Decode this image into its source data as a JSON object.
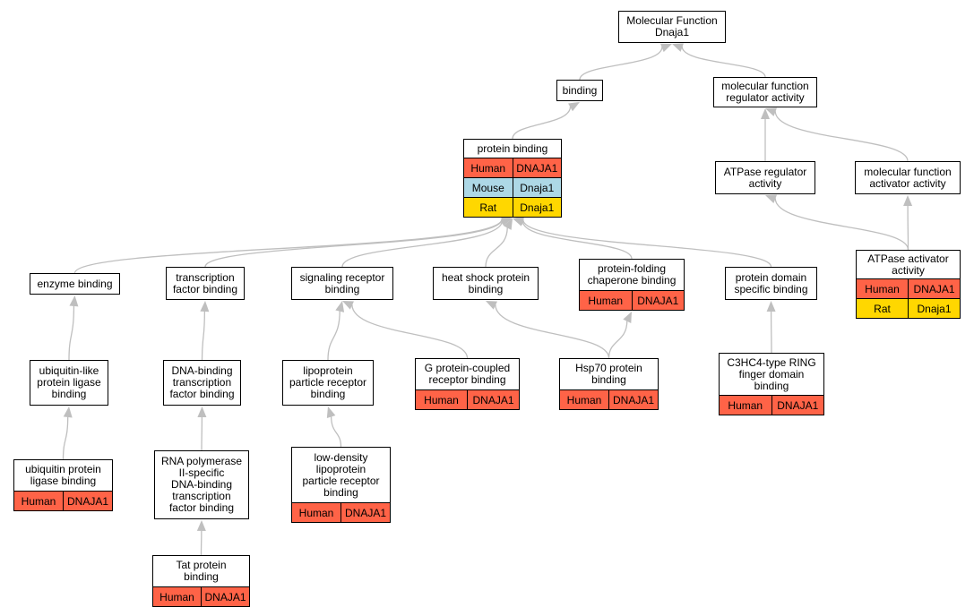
{
  "colors": {
    "human": "#ff6347",
    "mouse": "#add8e6",
    "rat": "#ffd700",
    "edge": "#bfbfbf"
  },
  "nodes": {
    "root": {
      "title": "Molecular Function\nDnaja1",
      "rows": []
    },
    "binding": {
      "title": "binding",
      "rows": []
    },
    "mfra": {
      "title": "molecular function\nregulator activity",
      "rows": []
    },
    "protein_binding": {
      "title": "protein binding",
      "rows": [
        {
          "species": "Human",
          "gene": "DNAJA1",
          "color": "human"
        },
        {
          "species": "Mouse",
          "gene": "Dnaja1",
          "color": "mouse"
        },
        {
          "species": "Rat",
          "gene": "Dnaja1",
          "color": "rat"
        }
      ]
    },
    "atpase_reg": {
      "title": "ATPase regulator\nactivity",
      "rows": []
    },
    "mfaa": {
      "title": "molecular function\nactivator activity",
      "rows": []
    },
    "atpase_act": {
      "title": "ATPase activator\nactivity",
      "rows": [
        {
          "species": "Human",
          "gene": "DNAJA1",
          "color": "human"
        },
        {
          "species": "Rat",
          "gene": "Dnaja1",
          "color": "rat"
        }
      ]
    },
    "enzyme": {
      "title": "enzyme binding",
      "rows": []
    },
    "tf": {
      "title": "transcription\nfactor binding",
      "rows": []
    },
    "srb": {
      "title": "signaling receptor\nbinding",
      "rows": []
    },
    "hsp": {
      "title": "heat shock protein\nbinding",
      "rows": []
    },
    "pfc": {
      "title": "protein-folding\nchaperone binding",
      "rows": [
        {
          "species": "Human",
          "gene": "DNAJA1",
          "color": "human"
        }
      ]
    },
    "pds": {
      "title": "protein domain\nspecific binding",
      "rows": []
    },
    "ubl": {
      "title": "ubiquitin-like\nprotein ligase\nbinding",
      "rows": []
    },
    "dnatf": {
      "title": "DNA-binding\ntranscription\nfactor binding",
      "rows": []
    },
    "lipo": {
      "title": "lipoprotein\nparticle receptor\nbinding",
      "rows": []
    },
    "gpcr": {
      "title": "G protein-coupled\nreceptor binding",
      "rows": [
        {
          "species": "Human",
          "gene": "DNAJA1",
          "color": "human"
        }
      ]
    },
    "hsp70": {
      "title": "Hsp70 protein\nbinding",
      "rows": [
        {
          "species": "Human",
          "gene": "DNAJA1",
          "color": "human"
        }
      ]
    },
    "c3hc4": {
      "title": "C3HC4-type RING\nfinger domain\nbinding",
      "rows": [
        {
          "species": "Human",
          "gene": "DNAJA1",
          "color": "human"
        }
      ]
    },
    "ubpl": {
      "title": "ubiquitin protein\nligase binding",
      "rows": [
        {
          "species": "Human",
          "gene": "DNAJA1",
          "color": "human"
        }
      ]
    },
    "rnapol": {
      "title": "RNA polymerase\nII-specific\nDNA-binding\ntranscription\nfactor binding",
      "rows": []
    },
    "ldl": {
      "title": "low-density\nlipoprotein\nparticle receptor\nbinding",
      "rows": [
        {
          "species": "Human",
          "gene": "DNAJA1",
          "color": "human"
        }
      ]
    },
    "tat": {
      "title": "Tat protein\nbinding",
      "rows": [
        {
          "species": "Human",
          "gene": "DNAJA1",
          "color": "human"
        }
      ]
    }
  },
  "edges": [
    [
      "binding",
      "root"
    ],
    [
      "mfra",
      "root"
    ],
    [
      "protein_binding",
      "binding"
    ],
    [
      "atpase_reg",
      "mfra"
    ],
    [
      "mfaa",
      "mfra"
    ],
    [
      "atpase_act",
      "atpase_reg"
    ],
    [
      "atpase_act",
      "mfaa"
    ],
    [
      "enzyme",
      "protein_binding"
    ],
    [
      "tf",
      "protein_binding"
    ],
    [
      "srb",
      "protein_binding"
    ],
    [
      "hsp",
      "protein_binding"
    ],
    [
      "pfc",
      "protein_binding"
    ],
    [
      "pds",
      "protein_binding"
    ],
    [
      "ubl",
      "enzyme"
    ],
    [
      "ubpl",
      "ubl"
    ],
    [
      "dnatf",
      "tf"
    ],
    [
      "rnapol",
      "dnatf"
    ],
    [
      "tat",
      "rnapol"
    ],
    [
      "lipo",
      "srb"
    ],
    [
      "ldl",
      "lipo"
    ],
    [
      "gpcr",
      "srb"
    ],
    [
      "hsp70",
      "hsp"
    ],
    [
      "hsp70",
      "pfc"
    ],
    [
      "c3hc4",
      "pds"
    ]
  ]
}
